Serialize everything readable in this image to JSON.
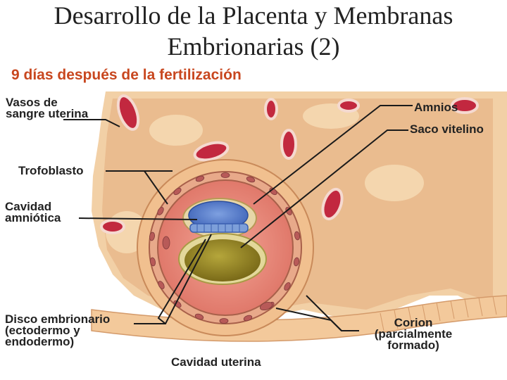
{
  "title_line1": "Desarrollo de la Placenta y Membranas",
  "title_line2": "Embrionarias (2)",
  "subtitle": "9 días después de la fertilización",
  "labels": {
    "vasos_line1": "Vasos de",
    "vasos_line2": "sangre uterina",
    "amnios": "Amnios",
    "saco_vitelino": "Saco vitelino",
    "trofoblasto": "Trofoblasto",
    "cavidad_amniotica_line1": "Cavidad",
    "cavidad_amniotica_line2": "amniótica",
    "disco_line1": "Disco embrionario",
    "disco_line2": "(ectodermo y",
    "disco_line3": "endodermo)",
    "corion_line1": "Corion",
    "corion_line2": "(parcialmente",
    "corion_line3": "formado)",
    "cavidad_uterina": "Cavidad uterina"
  },
  "colors": {
    "subtitle": "#c8471f",
    "tissue": "#f1c08f",
    "cavity": "#e8877a",
    "vessel": "#c2283f",
    "amnion": "#4f79c9",
    "yolk_sac": "#9c8a2a"
  }
}
